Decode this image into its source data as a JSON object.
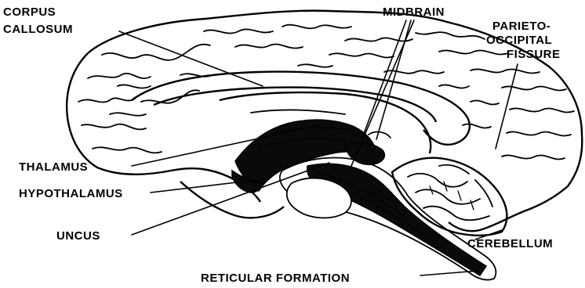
{
  "labels": {
    "corpus_callosum": [
      "CORPUS",
      "CALLOSUM"
    ],
    "midbrain": "MIDBRAIN",
    "parieto_occipital_fissure": [
      "PARIETO-",
      "OCCIPITAL",
      "FISSURE"
    ],
    "thalamus": "THALAMUS",
    "hypothalamus": "HYPOTHALAMUS",
    "uncus": "UNCUS",
    "cerebellum": "CEREBELLUM",
    "reticular_formation": "RETICULAR FORMATION"
  }
}
